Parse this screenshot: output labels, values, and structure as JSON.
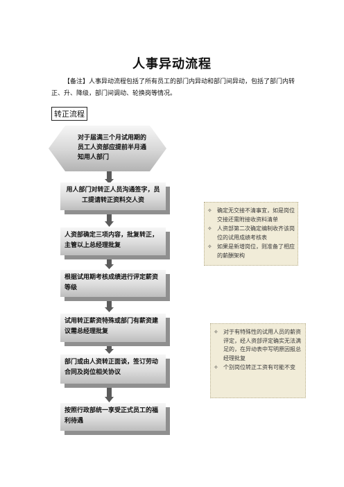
{
  "document": {
    "title": "人事异动流程",
    "note": "【备注】人事异动流程包括了所有员工的部门内异动和部门间异动，包括了部门内转正、升、降级，部门间调动、轮换岗等情况。",
    "section_label": "转正流程"
  },
  "flow": {
    "start": "对于届满三个月试用期的员工人资部应提前半月通知用人部门",
    "steps": [
      "用人部门对转正人员沟通签字，员工提请转正资料交人资",
      "人资部确定三项内容，批复转正，主管以上总经理批复",
      "根据试用期考核成绩进行评定薪资等级",
      "试用转正薪资特殊或部门有薪资建议需总经理批复",
      "部门或由人资转正面谈，签订劳动合同及岗位相关协议",
      "按照行政部统一享受正式员工的福利待遇"
    ]
  },
  "side_notes": [
    {
      "items": [
        "确定无交接不清事宜，如是岗位交接还需附接收资料清单",
        "人资部第二次确定编制收齐该岗位的试用成绩考核表",
        "如果是新增岗位，则准备了相应的薪酬架构"
      ]
    },
    {
      "items": [
        "对于有特殊性的试用人员的薪资评定，经人资部评定确实无法满足的，在异动表中写明原因报总经理批复",
        "个别岗位转正工资有可能不变"
      ]
    }
  ],
  "icons": {
    "bullet": "✧"
  },
  "colors": {
    "box_top": "#f6f6f6",
    "box_bottom": "#bdbdbd",
    "shadow": "#8f8f8f",
    "note_bg": "#f1ecd8"
  }
}
